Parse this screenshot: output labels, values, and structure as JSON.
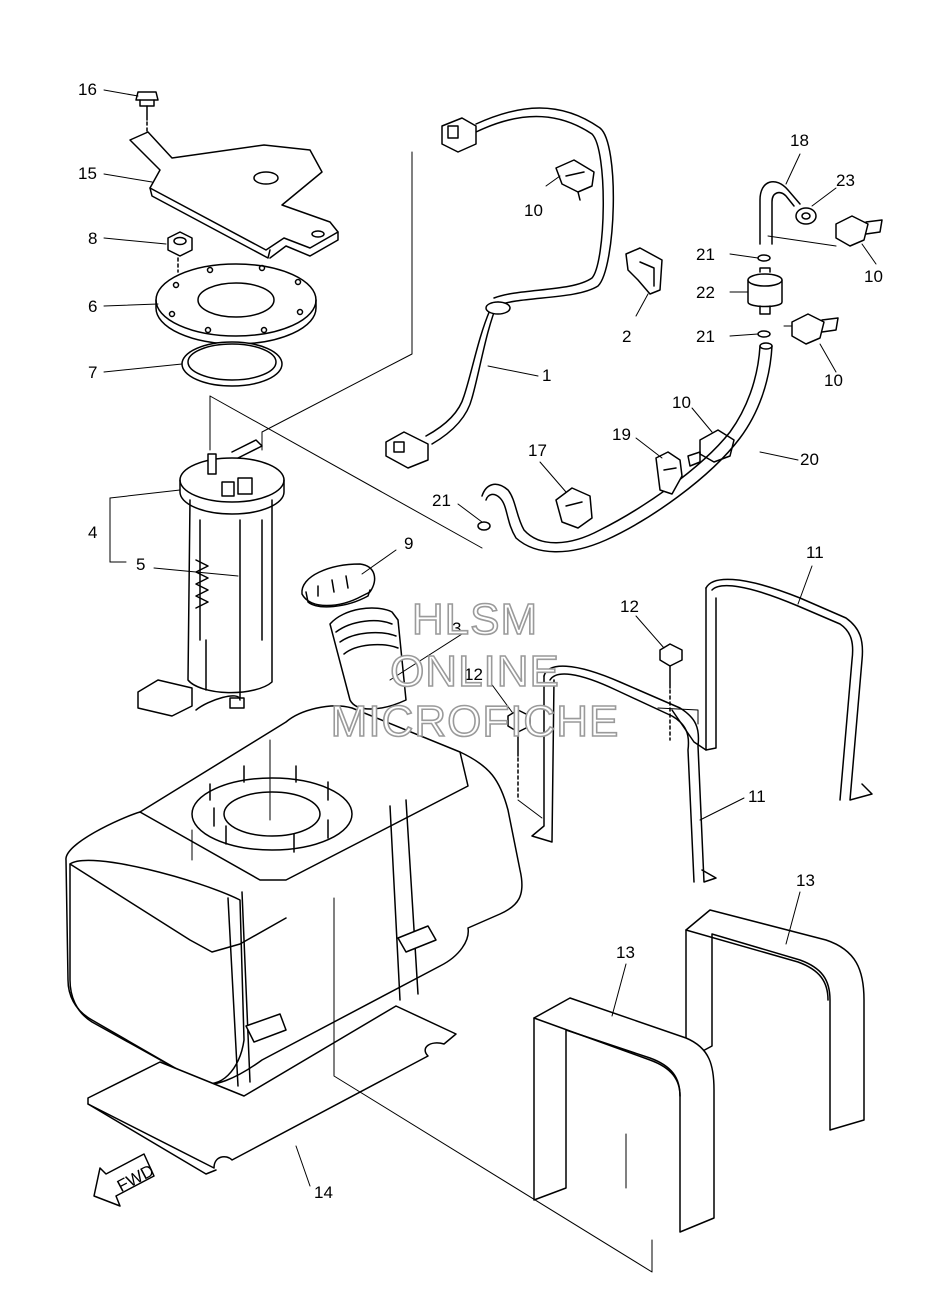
{
  "watermark": {
    "line1": "HLSM",
    "line2": "ONLINE",
    "line3": "MICROFICHE"
  },
  "callouts": {
    "c1": "1",
    "c2": "2",
    "c3": "3",
    "c4": "4",
    "c5": "5",
    "c6": "6",
    "c7": "7",
    "c8": "8",
    "c9": "9",
    "c10a": "10",
    "c10b": "10",
    "c10c": "10",
    "c10d": "10",
    "c11a": "11",
    "c11b": "11",
    "c12a": "12",
    "c12b": "12",
    "c13a": "13",
    "c13b": "13",
    "c14": "14",
    "c15": "15",
    "c16": "16",
    "c17": "17",
    "c18": "18",
    "c19": "19",
    "c20": "20",
    "c21a": "21",
    "c21b": "21",
    "c21c": "21",
    "c22": "22",
    "c23": "23"
  },
  "fwd_arrow": {
    "label": "FWD"
  },
  "colors": {
    "line": "#000000",
    "watermark_outline": "#9a9a9a",
    "background": "#ffffff"
  }
}
